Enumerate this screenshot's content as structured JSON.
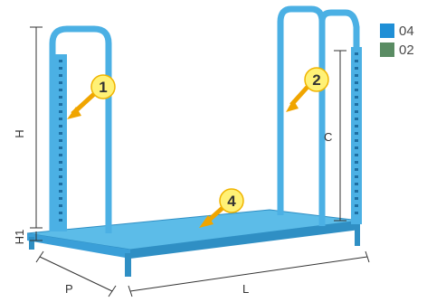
{
  "legend": [
    {
      "label": "04",
      "color": "#1f8fd6"
    },
    {
      "label": "02",
      "color": "#5a8c63"
    }
  ],
  "dimensions": {
    "h": "H",
    "h1": "H1",
    "c": "C",
    "p": "P",
    "l": "L"
  },
  "callouts": [
    "1",
    "2",
    "4"
  ],
  "colors": {
    "frame": "#4bb0e4",
    "frame_dark": "#2f8fc4",
    "shelf_top": "#5cbce8",
    "callout_fill": "#fff176",
    "callout_stroke": "#f0b400",
    "arrow": "#f0a500",
    "dim_line": "#333333"
  }
}
